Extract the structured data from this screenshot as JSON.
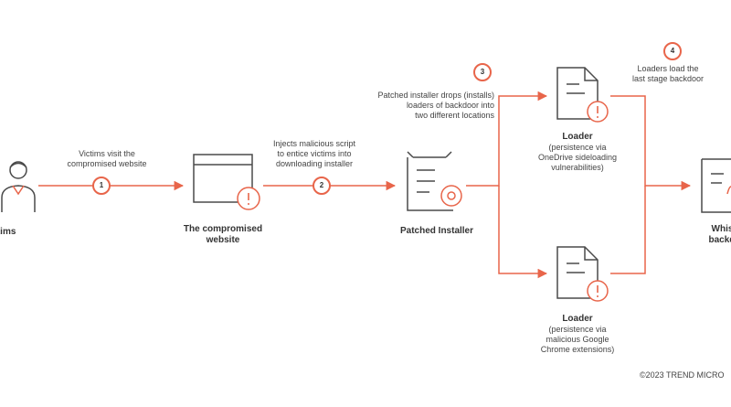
{
  "colors": {
    "accent": "#e8654a",
    "icon": "#4a4a4a",
    "text": "#333333"
  },
  "icons": [
    "victim-person-icon",
    "browser-window-icon",
    "installer-box-icon",
    "document-warning-icon",
    "whisker-document-icon"
  ],
  "nodes": {
    "victims": "Victims",
    "website": [
      "The compromised",
      "website"
    ],
    "installer": "Patched Installer",
    "loader_top": {
      "title": "Loader",
      "desc": [
        "(persistence via",
        "OneDrive sideloading",
        "vulnerabilities)"
      ]
    },
    "loader_bottom": {
      "title": "Loader",
      "desc": [
        "(persistence via",
        "malicious Google",
        "Chrome extensions)"
      ]
    },
    "whisker": [
      "Whisker",
      "backdoor"
    ]
  },
  "steps": [
    {
      "num": "1",
      "text": [
        "Victims visit the",
        "compromised website"
      ]
    },
    {
      "num": "2",
      "text": [
        "Injects malicious script",
        "to entice victims into",
        "downloading installer"
      ]
    },
    {
      "num": "3",
      "text": [
        "Patched installer drops (installs)",
        "loaders of backdoor into",
        "two different locations"
      ]
    },
    {
      "num": "4",
      "text": [
        "Loaders load the",
        "last stage backdoor"
      ]
    }
  ],
  "copyright": "©2023 TREND MICRO"
}
